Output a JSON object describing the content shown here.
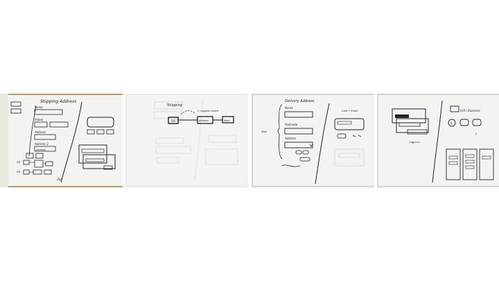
{
  "photos": [
    {
      "id": "sketch-1",
      "heading": "Shipping Address",
      "labels": [
        "Name",
        "Pobox",
        "Address",
        "Address 2",
        "Address",
        "Zip",
        "OR",
        "OR"
      ]
    },
    {
      "id": "sketch-2",
      "heading": "Shipping",
      "labels": [
        "OR",
        "Address",
        "Next",
        "> suggest choice"
      ]
    },
    {
      "id": "sketch-3",
      "heading": "Delivery Address",
      "labels": [
        "Name",
        "Postcode",
        "Address",
        "Card + Email",
        "Step"
      ]
    },
    {
      "id": "sketch-4",
      "heading": "Gift / Business",
      "labels": [
        "$",
        "?",
        "∗"
      ]
    }
  ],
  "colors": {
    "paper": "#f4f3ef",
    "ink": "#1e1e1e",
    "background": "#ffffff",
    "wood": "#b89a72"
  }
}
